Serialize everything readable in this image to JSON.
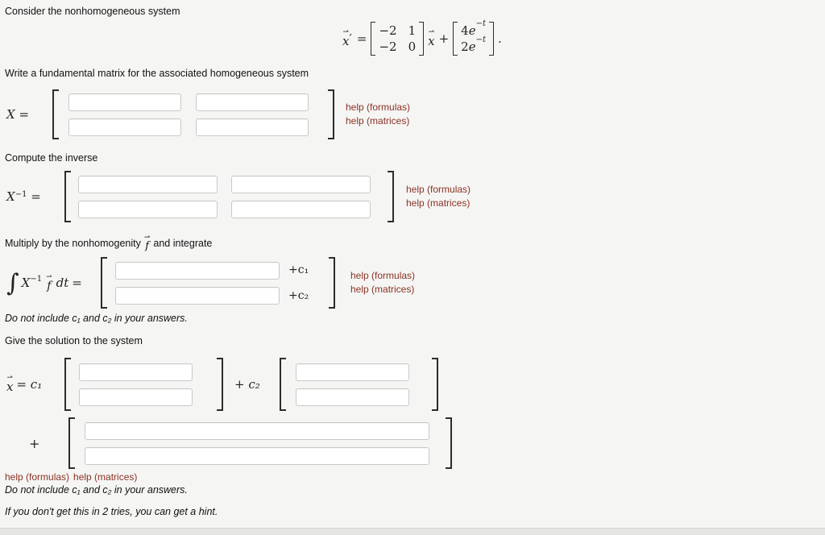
{
  "colors": {
    "background": "#f5f5f4",
    "help_link": "#8a3324",
    "footer_strip": "#e5e5e3"
  },
  "intro": "Consider the nonhomogeneous system",
  "equation": {
    "x_letter": "x",
    "vec_arrow": "⇀",
    "prime": "′",
    "equals": "=",
    "coef_matrix": {
      "r1c1": "−2",
      "r1c2": "1",
      "r2c1": "−2",
      "r2c2": "0"
    },
    "plus": "+",
    "forcing": {
      "r1_coef": "4",
      "r1_var": "e",
      "r1_sup": "−t",
      "r2_coef": "2",
      "r2_var": "e",
      "r2_sup": "−t"
    },
    "period": "."
  },
  "fundamental": {
    "prompt": "Write a fundamental matrix for the associated homogeneous system",
    "label_x": "X",
    "label_eq": "=",
    "help_formulas": "help (formulas)",
    "help_matrices": "help (matrices)"
  },
  "inverse": {
    "prompt": "Compute the inverse",
    "label_x": "X",
    "label_sup": "−1",
    "label_eq": "=",
    "help_formulas": "help (formulas)",
    "help_matrices": "help (matrices)"
  },
  "integral": {
    "prompt_pre": "Multiply by the nonhomogenity",
    "f_letter": "f",
    "vec_arrow": "⇀",
    "prompt_post": "and integrate",
    "int_sign": "∫",
    "label_x": "X",
    "label_sup": "−1",
    "label_dt": "dt",
    "label_eq": "=",
    "c1": "+c₁",
    "c2": "+c₂",
    "help_formulas": "help (formulas)",
    "help_matrices": "help (matrices)",
    "note": "Do not include c₁ and c₂ in your answers."
  },
  "solution": {
    "prompt": "Give the solution to the system",
    "x_letter": "x",
    "vec_arrow": "⇀",
    "label_eq": "= c₁",
    "plus_c2": "+ c₂",
    "plus": "+",
    "help_formulas": "help (formulas)",
    "help_matrices": "help (matrices)",
    "note": "Do not include c₁ and c₂ in your answers."
  },
  "hint": "If you don't get this in 2 tries, you can get a hint."
}
